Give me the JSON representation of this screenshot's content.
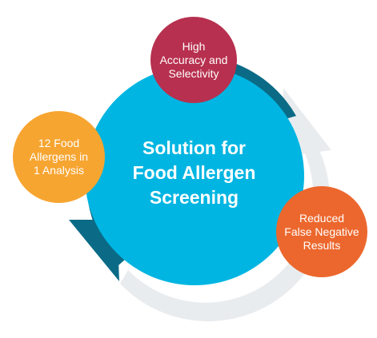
{
  "center": {
    "title": "Solution for\nFood Allergen\nScreening"
  },
  "nodes": {
    "top": {
      "label": "High\nAccuracy and\nSelectivity"
    },
    "left": {
      "label": "12 Food\nAllergens in\n1 Analysis"
    },
    "right": {
      "label": "Reduced\nFalse Negative\nResults"
    }
  },
  "colors": {
    "center_fill": "#00b5e2",
    "ring_dark": "#0b6b86",
    "ring_light": "#e9ecef",
    "top_node": "#b7304f",
    "left_node": "#f7a531",
    "right_node": "#ec672d"
  }
}
